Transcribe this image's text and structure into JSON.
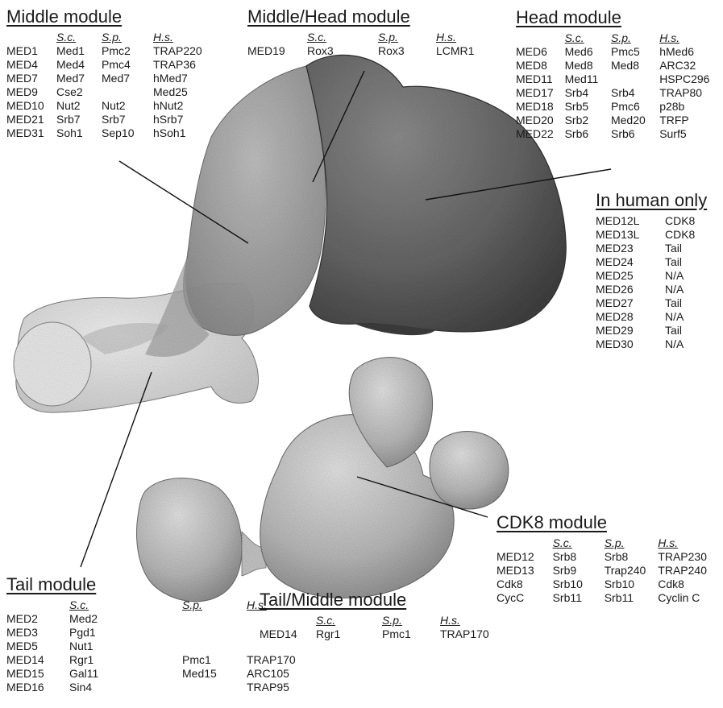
{
  "colors": {
    "background": "#ffffff",
    "text": "#1a1a1a",
    "head": "#555555",
    "middle": "#9a9a9a",
    "tail": "#d4d4d4",
    "cdk8": "#b5b5b5",
    "leader": "#111111"
  },
  "modules": [
    {
      "key": "middle",
      "title": "Middle module",
      "headers": [
        "",
        "S.c.",
        "S.p.",
        "H.s."
      ],
      "rows": [
        [
          "MED1",
          "Med1",
          "Pmc2",
          "TRAP220"
        ],
        [
          "MED4",
          "Med4",
          "Pmc4",
          "TRAP36"
        ],
        [
          "MED7",
          "Med7",
          "Med7",
          "hMed7"
        ],
        [
          "MED9",
          "Cse2",
          "",
          "Med25"
        ],
        [
          "MED10",
          "Nut2",
          "Nut2",
          "hNut2"
        ],
        [
          "MED21",
          "Srb7",
          "Srb7",
          "hSrb7"
        ],
        [
          "MED31",
          "Soh1",
          "Sep10",
          "hSoh1"
        ]
      ]
    },
    {
      "key": "middle_head",
      "title": "Middle/Head module",
      "headers": [
        "",
        "S.c.",
        "S.p.",
        "H.s."
      ],
      "rows": [
        [
          "MED19",
          "Rox3",
          "Rox3",
          "LCMR1"
        ]
      ]
    },
    {
      "key": "head",
      "title": "Head module",
      "headers": [
        "",
        "S.c.",
        "S.p.",
        "H.s."
      ],
      "rows": [
        [
          "MED6",
          "Med6",
          "Pmc5",
          "hMed6"
        ],
        [
          "MED8",
          "Med8",
          "Med8",
          "ARC32"
        ],
        [
          "MED11",
          "Med11",
          "",
          "HSPC296"
        ],
        [
          "MED17",
          "Srb4",
          "Srb4",
          "TRAP80"
        ],
        [
          "MED18",
          "Srb5",
          "Pmc6",
          "p28b"
        ],
        [
          "MED20",
          "Srb2",
          "Med20",
          "TRFP"
        ],
        [
          "MED22",
          "Srb6",
          "Srb6",
          "Surf5"
        ]
      ]
    },
    {
      "key": "human_only",
      "title": "In human only",
      "headers": [],
      "rows": [
        [
          "MED12L",
          "CDK8"
        ],
        [
          "MED13L",
          "CDK8"
        ],
        [
          "MED23",
          "Tail"
        ],
        [
          "MED24",
          "Tail"
        ],
        [
          "MED25",
          "N/A"
        ],
        [
          "MED26",
          "N/A"
        ],
        [
          "MED27",
          "Tail"
        ],
        [
          "MED28",
          "N/A"
        ],
        [
          "MED29",
          "Tail"
        ],
        [
          "MED30",
          "N/A"
        ]
      ]
    },
    {
      "key": "cdk8",
      "title": "CDK8 module",
      "headers": [
        "",
        "S.c.",
        "S.p.",
        "H.s."
      ],
      "rows": [
        [
          "MED12",
          "Srb8",
          "Srb8",
          "TRAP230"
        ],
        [
          "MED13",
          "Srb9",
          "Trap240",
          "TRAP240"
        ],
        [
          "Cdk8",
          "Srb10",
          "Srb10",
          "Cdk8"
        ],
        [
          "CycC",
          "Srb11",
          "Srb11",
          "Cyclin C"
        ]
      ]
    },
    {
      "key": "tail_middle",
      "title": "Tail/Middle module",
      "headers": [
        "",
        "S.c.",
        "S.p.",
        "H.s."
      ],
      "rows": [
        [
          "MED14",
          "Rgr1",
          "Pmc1",
          "TRAP170"
        ]
      ]
    },
    {
      "key": "tail",
      "title": "Tail module",
      "headers": [
        "",
        "S.c.",
        "S.p.",
        "H.s."
      ],
      "rows": [
        [
          "MED2",
          "Med2",
          "",
          ""
        ],
        [
          "MED3",
          "Pgd1",
          "",
          ""
        ],
        [
          "MED5",
          "Nut1",
          "",
          ""
        ],
        [
          "MED14",
          "Rgr1",
          "Pmc1",
          "TRAP170"
        ],
        [
          "MED15",
          "Gal11",
          "Med15",
          "ARC105"
        ],
        [
          "MED16",
          "Sin4",
          "",
          "TRAP95"
        ]
      ]
    }
  ]
}
